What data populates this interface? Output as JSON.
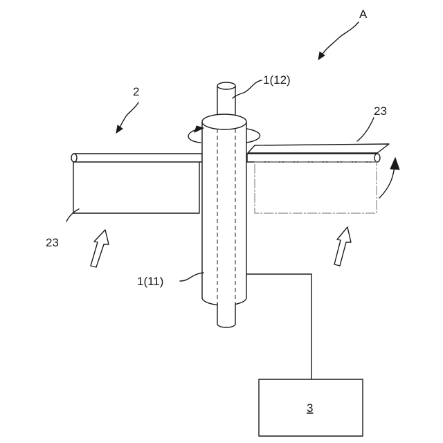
{
  "labels": {
    "apparatus": "A",
    "sheet_assembly": "2",
    "upper_roller": "1(12)",
    "lower_roller": "1(11)",
    "sheet_left": "23",
    "sheet_right": "23",
    "unit": "3"
  }
}
